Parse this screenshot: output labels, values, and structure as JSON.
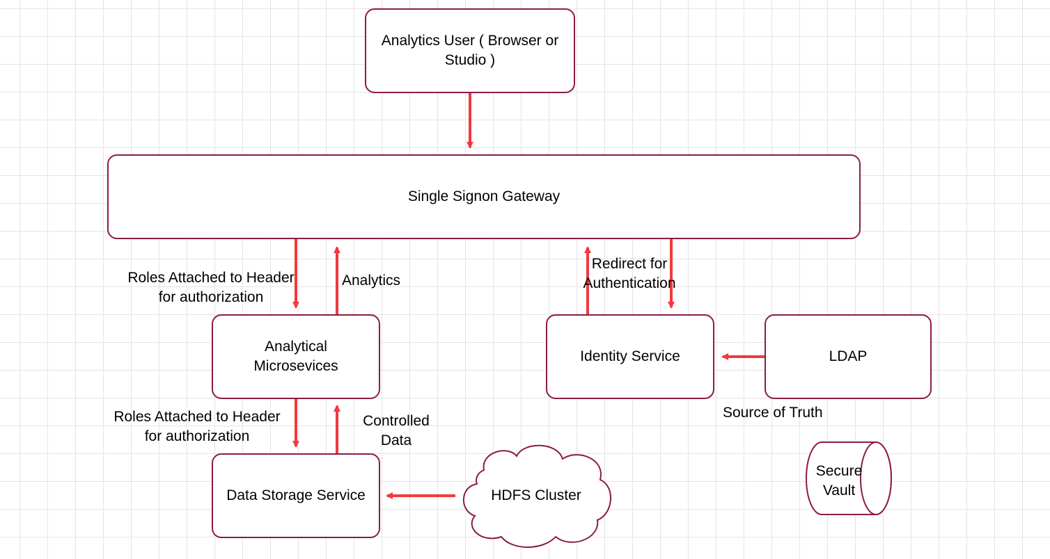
{
  "nodes": {
    "analytics_user": "Analytics User ( Browser or\nStudio )",
    "gateway": "Single Signon Gateway",
    "analytical_microservices": "Analytical\nMicrosevices",
    "identity_service": "Identity Service",
    "ldap": "LDAP",
    "data_storage_service": "Data Storage Service",
    "hdfs_cluster": "HDFS Cluster",
    "secure_vault": "Secure\nVault"
  },
  "edge_labels": {
    "roles_header_top": "Roles Attached to Header\nfor authorization",
    "analytics": "Analytics",
    "redirect_auth": "Redirect for\nAuthentication",
    "roles_header_bottom": "Roles Attached to Header\nfor authorization",
    "controlled_data": "Controlled\nData",
    "source_of_truth": "Source of Truth"
  },
  "colors": {
    "node_border": "#8b1a4a",
    "arrow": "#f03a3e",
    "grid": "#e4e4e4"
  }
}
